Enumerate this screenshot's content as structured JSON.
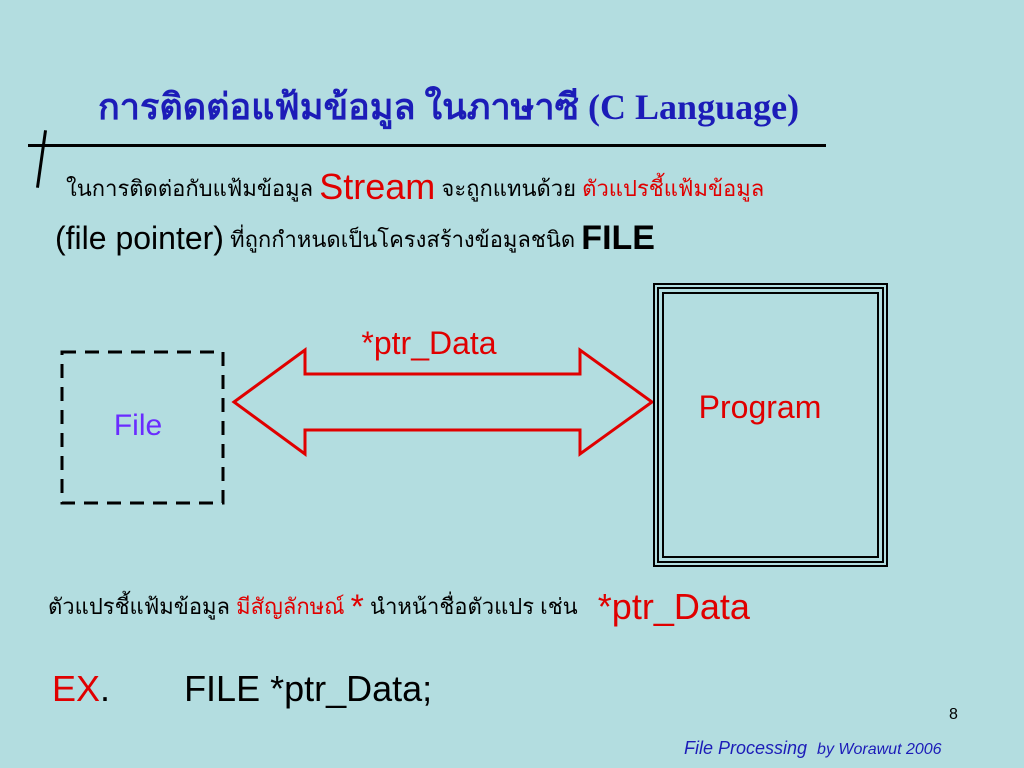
{
  "slide": {
    "title": "การติดต่อแฟ้มข้อมูล ในภาษาซี  (C Language)",
    "line1": {
      "prefix": "ในการติดต่อกับแฟ้มข้อมูล",
      "stream": "Stream",
      "middle": "จะถูกแทนด้วย",
      "red_term": "ตัวแปรชี้แฟ้มข้อมูล"
    },
    "line2": {
      "file_pointer": "(file pointer)",
      "middle": "ที่ถูกกำหนดเป็นโครงสร้างข้อมูลชนิด",
      "type": "FILE"
    },
    "diagram": {
      "file_label": "File",
      "program_label": "Program",
      "arrow_label": "*ptr_Data"
    },
    "line3": {
      "prefix": "ตัวแปรชี้แฟ้มข้อมูล",
      "red_text": "มีสัญลักษณ์",
      "star": "*",
      "middle": "นำหน้าชื่อตัวแปร  เช่น",
      "example": "*ptr_Data"
    },
    "example": {
      "label": "EX",
      "dot": ".",
      "code": "FILE *ptr_Data;"
    },
    "page_number": "8",
    "footer": {
      "title": "File Processing",
      "author": "by Worawut  2006"
    }
  },
  "colors": {
    "background": "#b3dde0",
    "title": "#1c1cb8",
    "accent_red": "#e00000",
    "file_label": "#6a2cff"
  }
}
